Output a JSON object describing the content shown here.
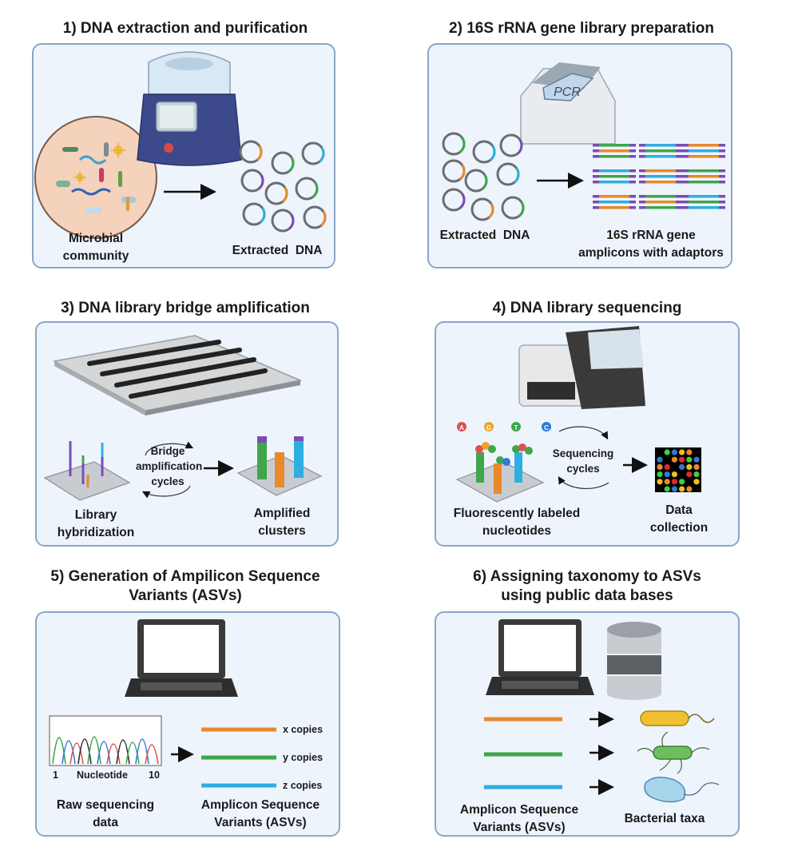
{
  "panels": [
    {
      "title": "1) DNA extraction and purification",
      "labels": {
        "community": "Microbial\ncommunity",
        "dna": "Extracted  DNA"
      }
    },
    {
      "title": "2) 16S rRNA gene library preparation",
      "labels": {
        "pcr": "PCR",
        "dna": "Extracted  DNA",
        "amplicons": "16S rRNA gene\namplicons with adaptors"
      }
    },
    {
      "title": "3) DNA library bridge amplification",
      "labels": {
        "cycles": "Bridge\namplification\ncycles",
        "hybridization": "Library\nhybridization",
        "clusters": "Amplified\nclusters"
      }
    },
    {
      "title": "4) DNA library sequencing",
      "labels": {
        "nuc_a": "A",
        "nuc_g": "G",
        "nuc_t": "T",
        "nuc_c": "C",
        "cycles": "Sequencing\ncycles",
        "nucleotides": "Fluorescently labeled\nnucleotides",
        "collection": "Data\ncollection"
      }
    },
    {
      "title": "5)  Generation of Ampilicon Sequence\nVariants (ASVs)",
      "labels": {
        "axis_start": "1",
        "axis_mid": "Nucleotide",
        "axis_end": "10",
        "x_copies": "x copies",
        "y_copies": "y copies",
        "z_copies": "z copies",
        "raw": "Raw sequencing\ndata",
        "asvs": "Amplicon Sequence\nVariants (ASVs)"
      }
    },
    {
      "title": "6)  Assigning taxonomy to ASVs\nusing public data bases",
      "labels": {
        "asvs": "Amplicon Sequence\nVariants (ASVs)",
        "taxa": "Bacterial taxa"
      }
    }
  ],
  "colors": {
    "orange": "#e8892b",
    "green": "#3fa64a",
    "blue": "#2eaee0",
    "purple": "#7b4bb5",
    "panel_border": "#8aa6c8",
    "panel_fill": "#eef4fc"
  }
}
